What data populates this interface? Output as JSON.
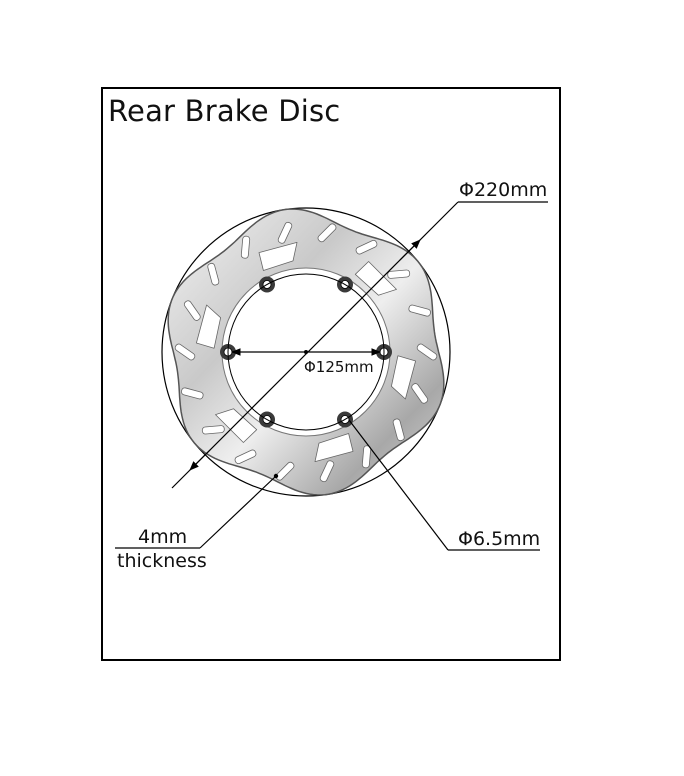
{
  "title": "Rear Brake Disc",
  "labels": {
    "outer_diameter": "Φ220mm",
    "bolt_circle": "Φ125mm",
    "hole_diameter": "Φ6.5mm",
    "thickness_value": "4mm",
    "thickness_word": "thickness"
  },
  "colors": {
    "disc_light": "#f2f2f2",
    "disc_mid": "#b9b9b9",
    "disc_dark": "#6e6e6e",
    "line": "#000000"
  }
}
